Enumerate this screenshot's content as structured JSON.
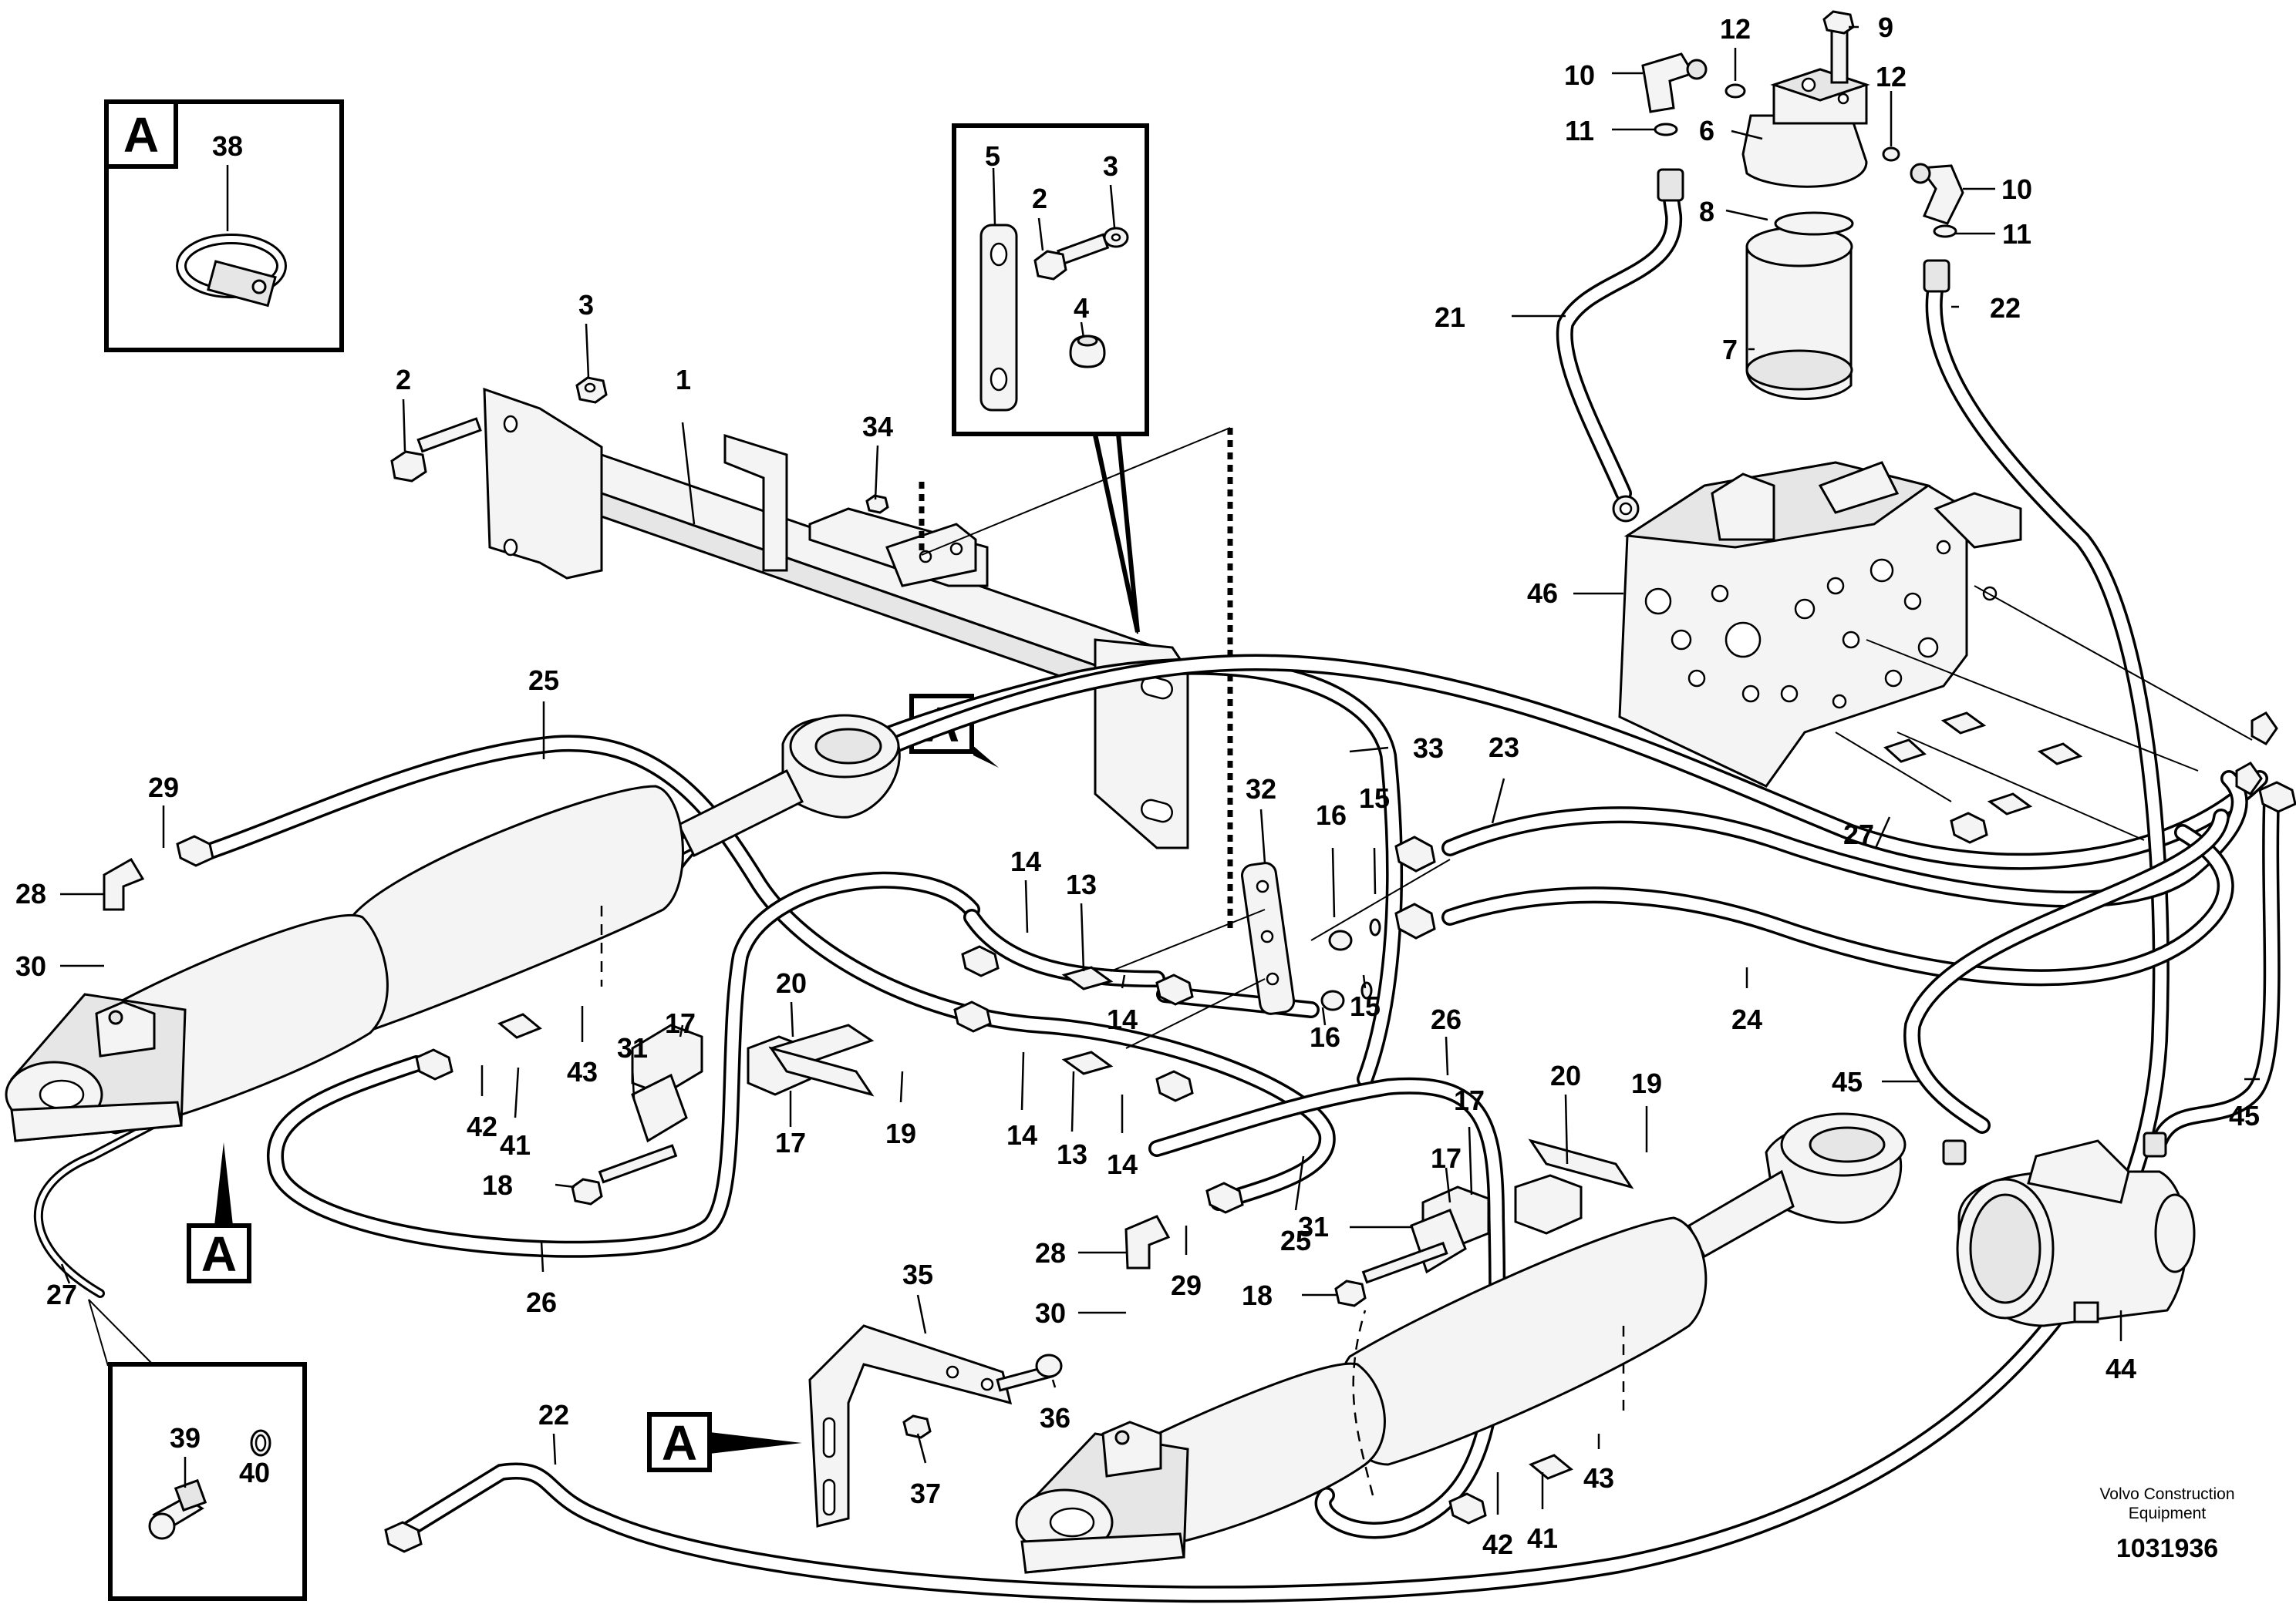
{
  "callout_labels": [
    "1",
    "2",
    "2",
    "3",
    "3",
    "4",
    "5",
    "6",
    "7",
    "8",
    "9",
    "10",
    "10",
    "11",
    "11",
    "12",
    "12",
    "13",
    "13",
    "14",
    "14",
    "14",
    "14",
    "15",
    "15",
    "16",
    "16",
    "17",
    "17",
    "17",
    "17",
    "18",
    "18",
    "19",
    "19",
    "20",
    "20",
    "21",
    "22",
    "22",
    "23",
    "24",
    "25",
    "25",
    "26",
    "26",
    "27",
    "27",
    "28",
    "28",
    "29",
    "29",
    "30",
    "30",
    "31",
    "31",
    "32",
    "33",
    "34",
    "35",
    "36",
    "37",
    "38",
    "39",
    "40",
    "41",
    "41",
    "42",
    "42",
    "43",
    "43",
    "44",
    "45",
    "45",
    "46"
  ],
  "view_marker": "A",
  "publisher_line1": "Volvo Construction",
  "publisher_line2": "Equipment",
  "document_number": "1031936"
}
